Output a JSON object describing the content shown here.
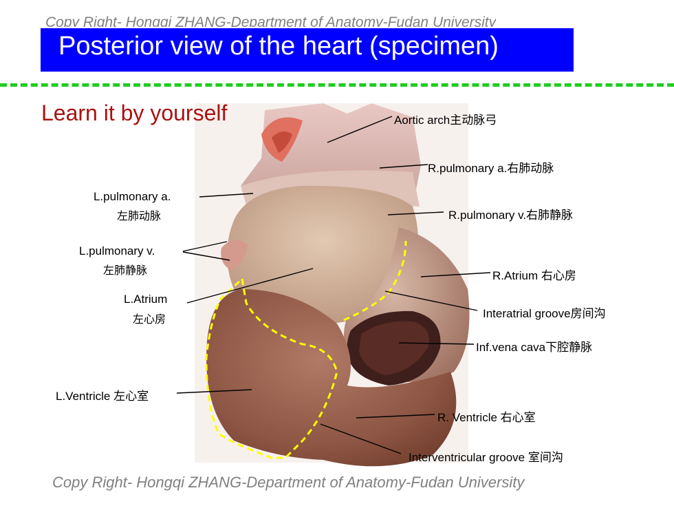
{
  "copyright": "Copy Right- Hongqi ZHANG-Department of Anatomy-Fudan University",
  "title": "Posterior view of the heart (specimen)",
  "subtitle": "Learn it by yourself",
  "colors": {
    "title_bg": "#0000ff",
    "title_text": "#ffffff",
    "subtitle": "#aa1111",
    "divider": "#22cc22",
    "groove_outline": "#ffff00",
    "copyright": "#808080"
  },
  "labels": {
    "aortic_arch": "Aortic arch主动脉弓",
    "r_pulmonary_a": "R.pulmonary a.右肺动脉",
    "l_pulmonary_a": "L.pulmonary a.",
    "l_pulmonary_a_cn": "左肺动脉",
    "r_pulmonary_v": "R.pulmonary v.右肺静脉",
    "l_pulmonary_v": "L.pulmonary v.",
    "l_pulmonary_v_cn": "左肺静脉",
    "r_atrium": "R.Atrium 右心房",
    "l_atrium": "L.Atrium",
    "l_atrium_cn": "左心房",
    "interatrial_groove": "Interatrial groove房间沟",
    "inf_vena_cava": "Inf.vena cava下腔静脉",
    "l_ventricle": "L.Ventricle 左心室",
    "r_ventricle": "R. Ventricle 右心室",
    "interventricular_groove": "Interventricular groove 室间沟"
  }
}
